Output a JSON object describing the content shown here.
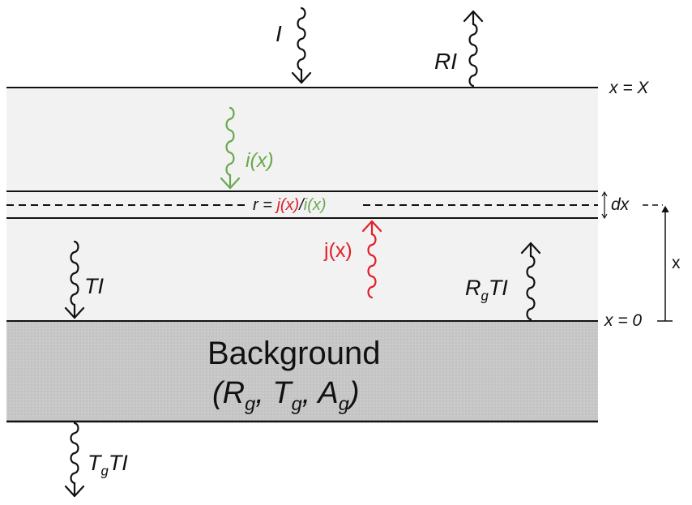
{
  "colors": {
    "incident_down": "#6aa84f",
    "reflected_up": "#e0202a",
    "ink": "#111111",
    "layer_fill": "#f2f2f2",
    "background_fill": "#c8c8c8"
  },
  "labels": {
    "incident": "I",
    "reflected": "RI",
    "top_boundary": "x = X",
    "i_of_x": "i(x)",
    "ratio_prefix": "r = ",
    "ratio_num": "j(x)",
    "ratio_slash": "/",
    "ratio_den": "i(x)",
    "dx": "dx",
    "x_axis": "x",
    "bottom_boundary": "x = 0",
    "j_of_x": "j(x)",
    "transmitted": "TI",
    "rg_main": "R",
    "rg_sub": "g",
    "rg_rest": "TI",
    "background_title": "Background",
    "bg_open": "(",
    "bg_R": "R",
    "bg_T": "T",
    "bg_A": "A",
    "bg_sub": "g",
    "bg_sep": ", ",
    "bg_close": ")",
    "tg_main": "T",
    "tg_sub": "g",
    "tg_rest": "TI"
  }
}
